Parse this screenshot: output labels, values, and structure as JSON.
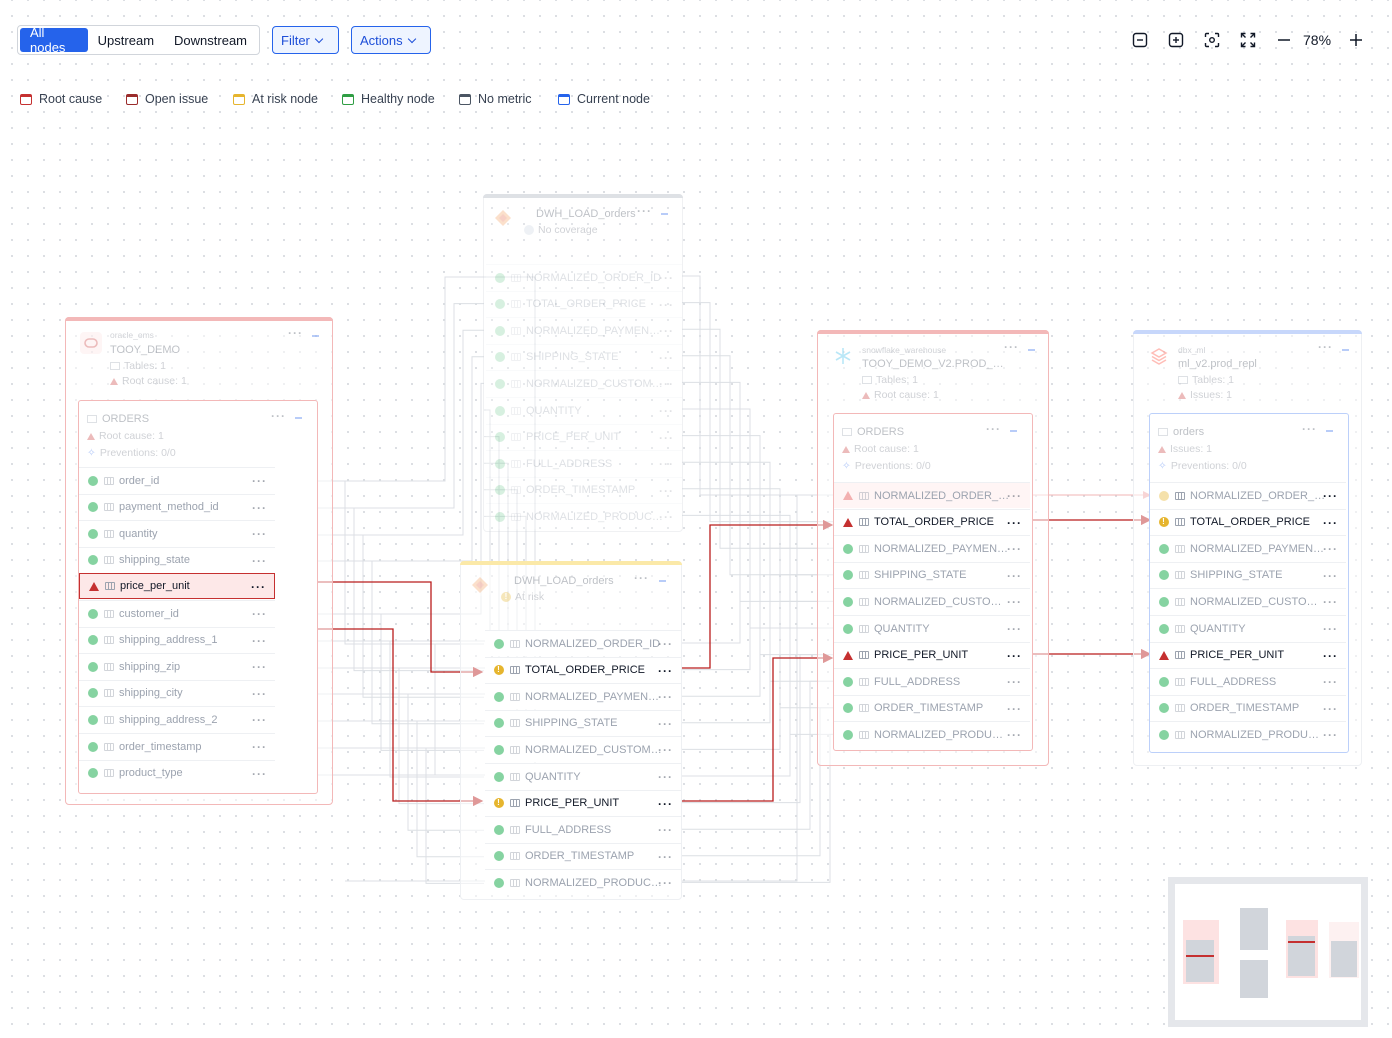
{
  "toolbar": {
    "view_options": [
      "All nodes",
      "Upstream",
      "Downstream"
    ],
    "active_view": "All nodes",
    "filter_label": "Filter",
    "actions_label": "Actions",
    "zoom_level": "78%"
  },
  "legend": [
    {
      "label": "Root cause",
      "color": "#c53030"
    },
    {
      "label": "Open issue",
      "color": "#9b2c2c"
    },
    {
      "label": "At risk node",
      "color": "#e6b52e"
    },
    {
      "label": "Healthy node",
      "color": "#2f9e44"
    },
    {
      "label": "No metric",
      "color": "#4b5563"
    },
    {
      "label": "Current node",
      "color": "#2563eb"
    }
  ],
  "nodes": {
    "oracle": {
      "source": "oracle_oms",
      "name": "TOOY_DEMO",
      "tables": "Tables: 1",
      "status": "Root cause: 1",
      "table": {
        "name": "ORDERS",
        "status": "Root cause: 1",
        "preventions": "Preventions: 0/0",
        "columns": [
          "order_id",
          "payment_method_id",
          "quantity",
          "shipping_state",
          "price_per_unit",
          "customer_id",
          "shipping_address_1",
          "shipping_zip",
          "shipping_city",
          "shipping_address_2",
          "order_timestamp",
          "product_type"
        ]
      }
    },
    "dwh_top": {
      "name": "DWH_LOAD_orders",
      "coverage": "No coverage",
      "columns": [
        "NORMALIZED_ORDER_ID",
        "TOTAL_ORDER_PRICE",
        "NORMALIZED_PAYMEN…",
        "SHIPPING_STATE",
        "NORMALIZED_CUSTOM…",
        "QUANTITY",
        "PRICE_PER_UNIT",
        "FULL_ADDRESS",
        "ORDER_TIMESTAMP",
        "NORMALIZED_PRODUC…"
      ]
    },
    "dwh_mid": {
      "name": "DWH_LOAD_orders",
      "coverage": "At risk",
      "columns": [
        "NORMALIZED_ORDER_ID",
        "TOTAL_ORDER_PRICE",
        "NORMALIZED_PAYMEN…",
        "SHIPPING_STATE",
        "NORMALIZED_CUSTOM…",
        "QUANTITY",
        "PRICE_PER_UNIT",
        "FULL_ADDRESS",
        "ORDER_TIMESTAMP",
        "NORMALIZED_PRODUC…"
      ]
    },
    "snowflake": {
      "source": "snowflake_warehouse",
      "name": "TOOY_DEMO_V2.PROD_…",
      "tables": "Tables: 1",
      "status": "Root cause: 1",
      "table": {
        "name": "ORDERS",
        "status": "Root cause: 1",
        "preventions": "Preventions: 0/0",
        "columns": [
          "NORMALIZED_ORDER_…",
          "TOTAL_ORDER_PRICE",
          "NORMALIZED_PAYMEN…",
          "SHIPPING_STATE",
          "NORMALIZED_CUSTO…",
          "QUANTITY",
          "PRICE_PER_UNIT",
          "FULL_ADDRESS",
          "ORDER_TIMESTAMP",
          "NORMALIZED_PRODU…"
        ]
      }
    },
    "dbx": {
      "source": "dbx_ml",
      "name": "ml_v2.prod_repl",
      "tables": "Tables: 1",
      "status": "Issues: 1",
      "table": {
        "name": "orders",
        "status": "Issues: 1",
        "preventions": "Preventions: 0/0",
        "columns": [
          "NORMALIZED_ORDER_…",
          "TOTAL_ORDER_PRICE",
          "NORMALIZED_PAYMEN…",
          "SHIPPING_STATE",
          "NORMALIZED_CUSTO…",
          "QUANTITY",
          "PRICE_PER_UNIT",
          "FULL_ADDRESS",
          "ORDER_TIMESTAMP",
          "NORMALIZED_PRODU…"
        ]
      }
    }
  }
}
